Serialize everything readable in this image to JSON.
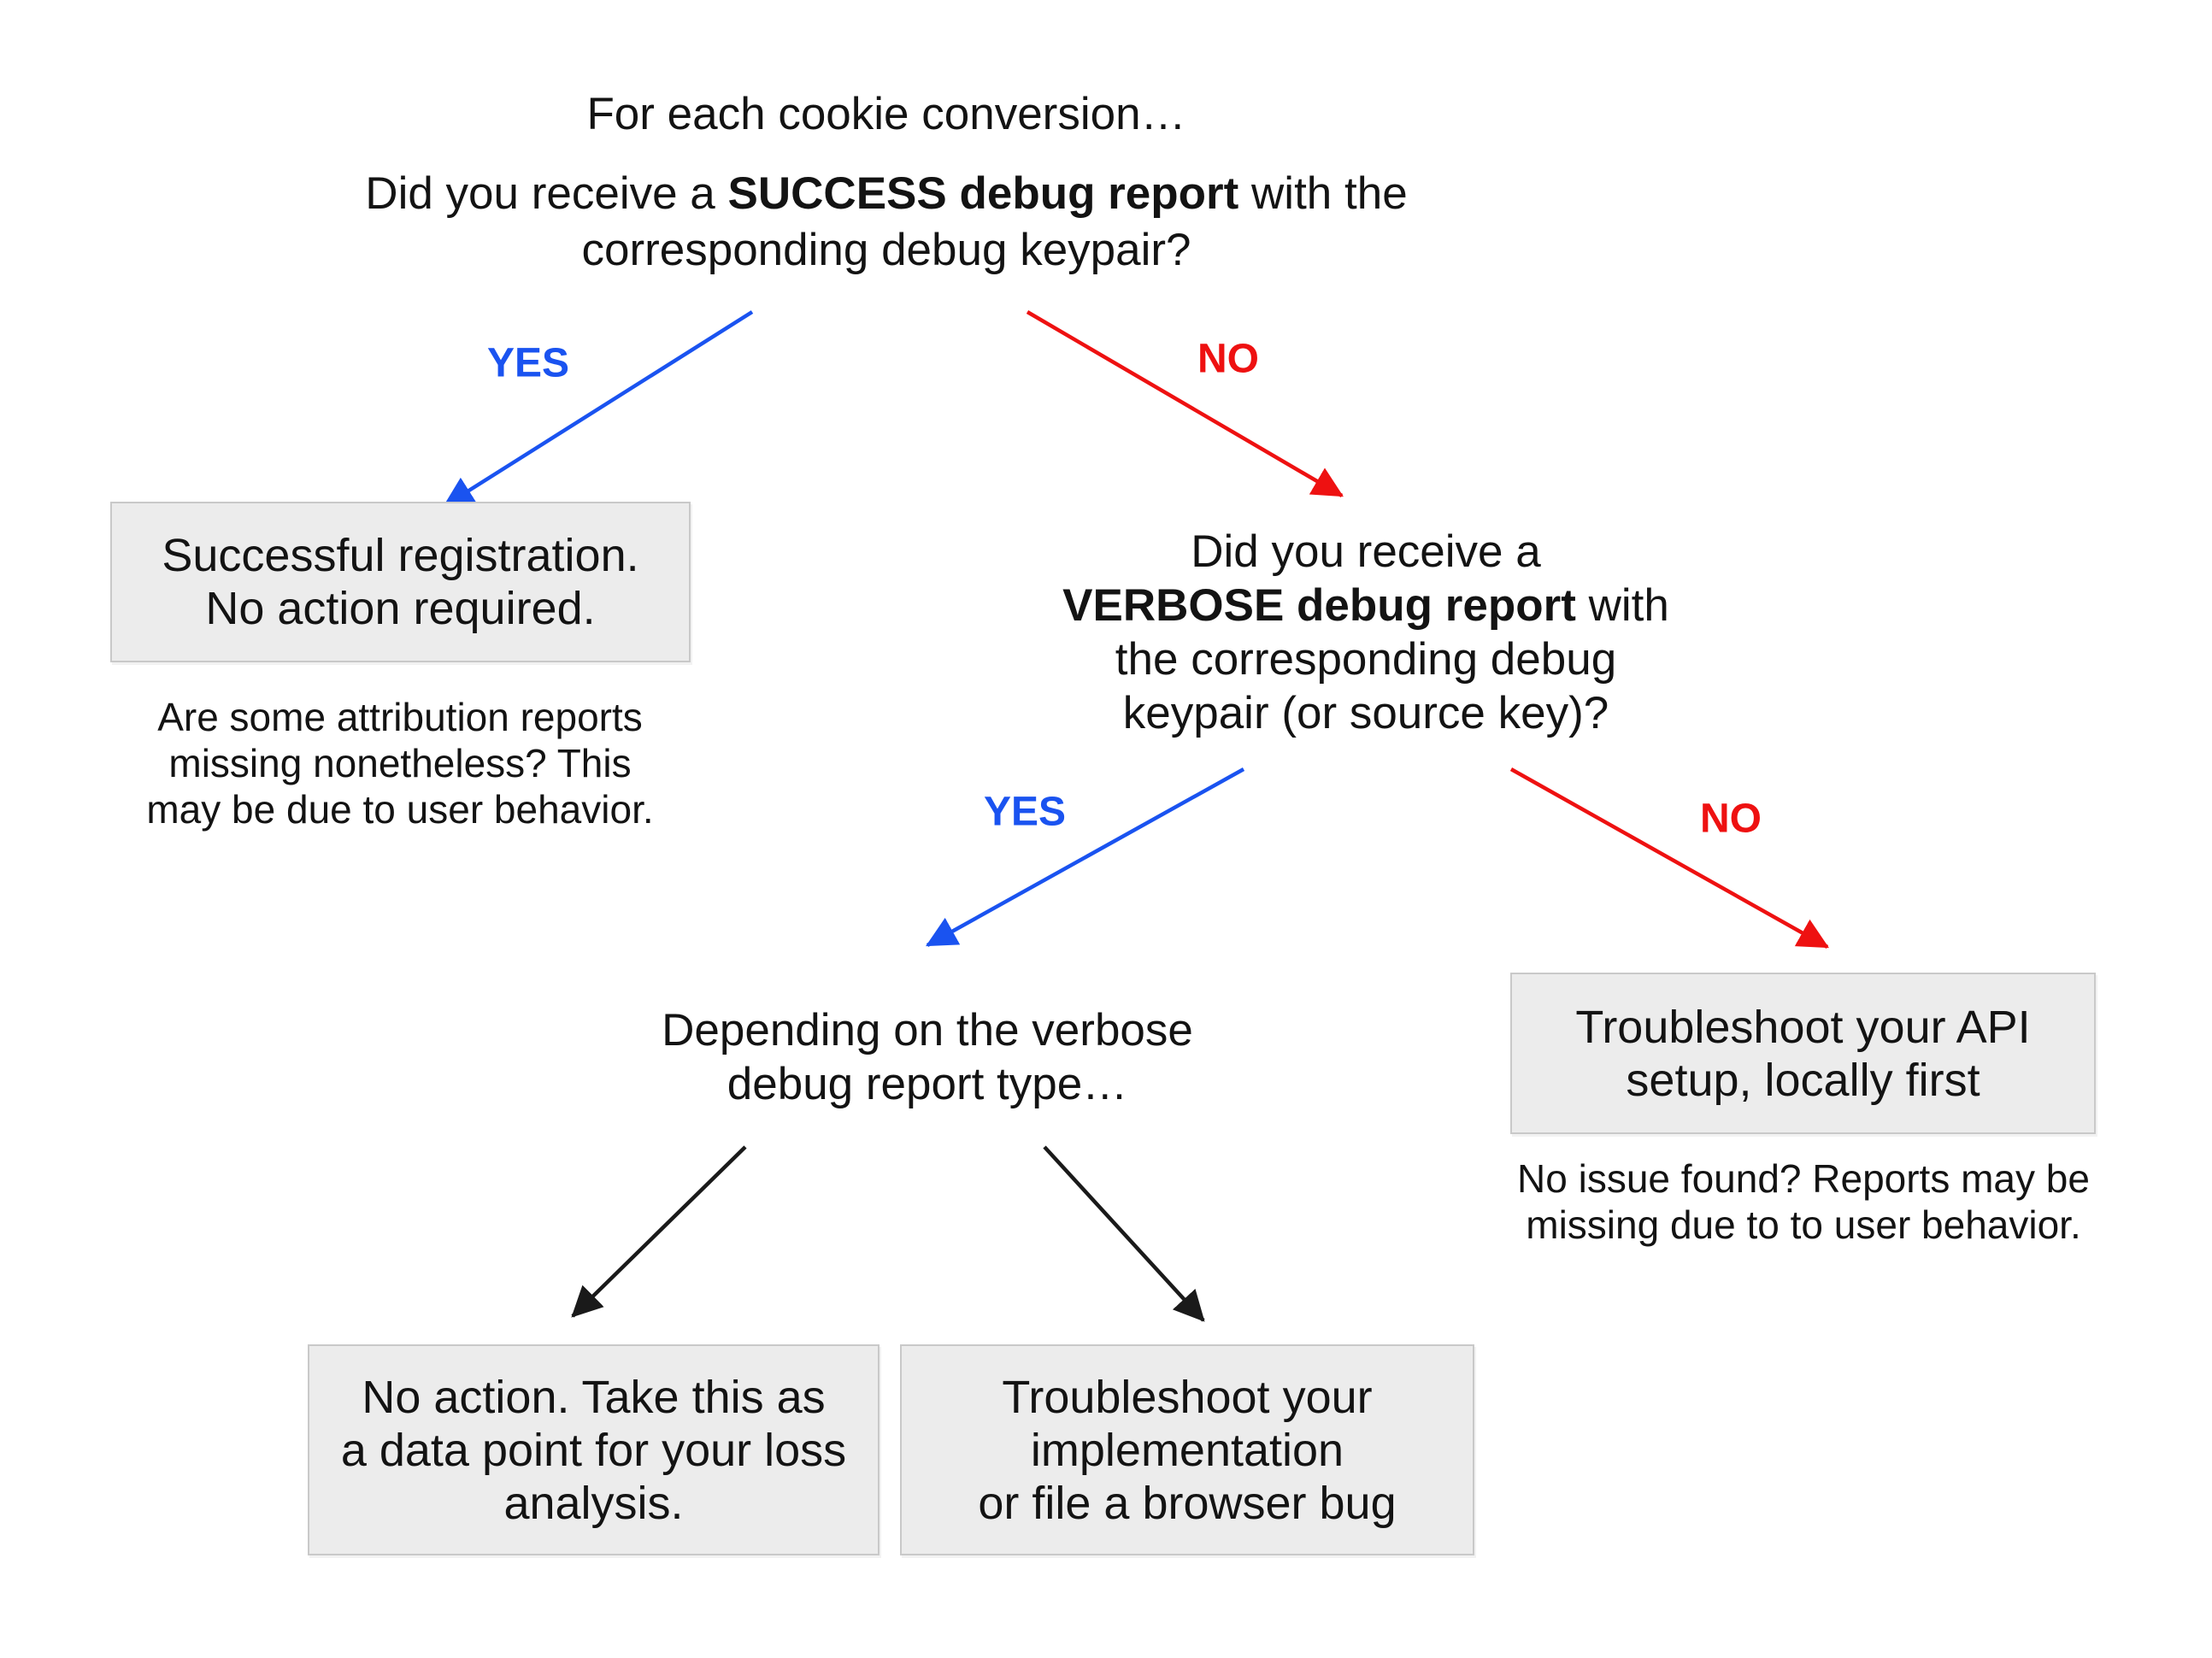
{
  "colors": {
    "yes": "#1a53f0",
    "no": "#ee1111",
    "neutral_arrow": "#1a1a1a",
    "box_fill": "#ececec",
    "box_border": "#c9c9c9",
    "text": "#131313",
    "background": "#ffffff"
  },
  "intro": {
    "text": "For each cookie conversion…"
  },
  "question_success": {
    "line1_pre": "Did you receive a ",
    "line1_bold": "SUCCESS debug report",
    "line1_post": " with the",
    "line2": "corresponding debug keypair?"
  },
  "branch_success": {
    "yes_label": "YES",
    "no_label": "NO"
  },
  "result_registered": {
    "lines": [
      "Successful registration.",
      "No action required."
    ],
    "note_lines": [
      "Are some attribution reports",
      "missing nonetheless? This",
      "may be due to user behavior."
    ]
  },
  "question_verbose": {
    "line1": "Did you receive a",
    "line2_bold": "VERBOSE debug report",
    "line2_post": " with",
    "line3": "the corresponding debug",
    "line4": "keypair (or source key)?"
  },
  "branch_verbose": {
    "yes_label": "YES",
    "no_label": "NO"
  },
  "step_depending": {
    "lines": [
      "Depending on the verbose",
      "debug report type…"
    ]
  },
  "result_api": {
    "lines": [
      "Troubleshoot your API",
      "setup, locally first"
    ],
    "note_lines": [
      "No issue found? Reports may be",
      "missing due to to user behavior."
    ]
  },
  "result_no_action": {
    "lines": [
      "No action. Take this as",
      "a data point for your loss",
      "analysis."
    ]
  },
  "result_implementation": {
    "lines": [
      "Troubleshoot your",
      "implementation",
      "or file a browser bug"
    ]
  }
}
